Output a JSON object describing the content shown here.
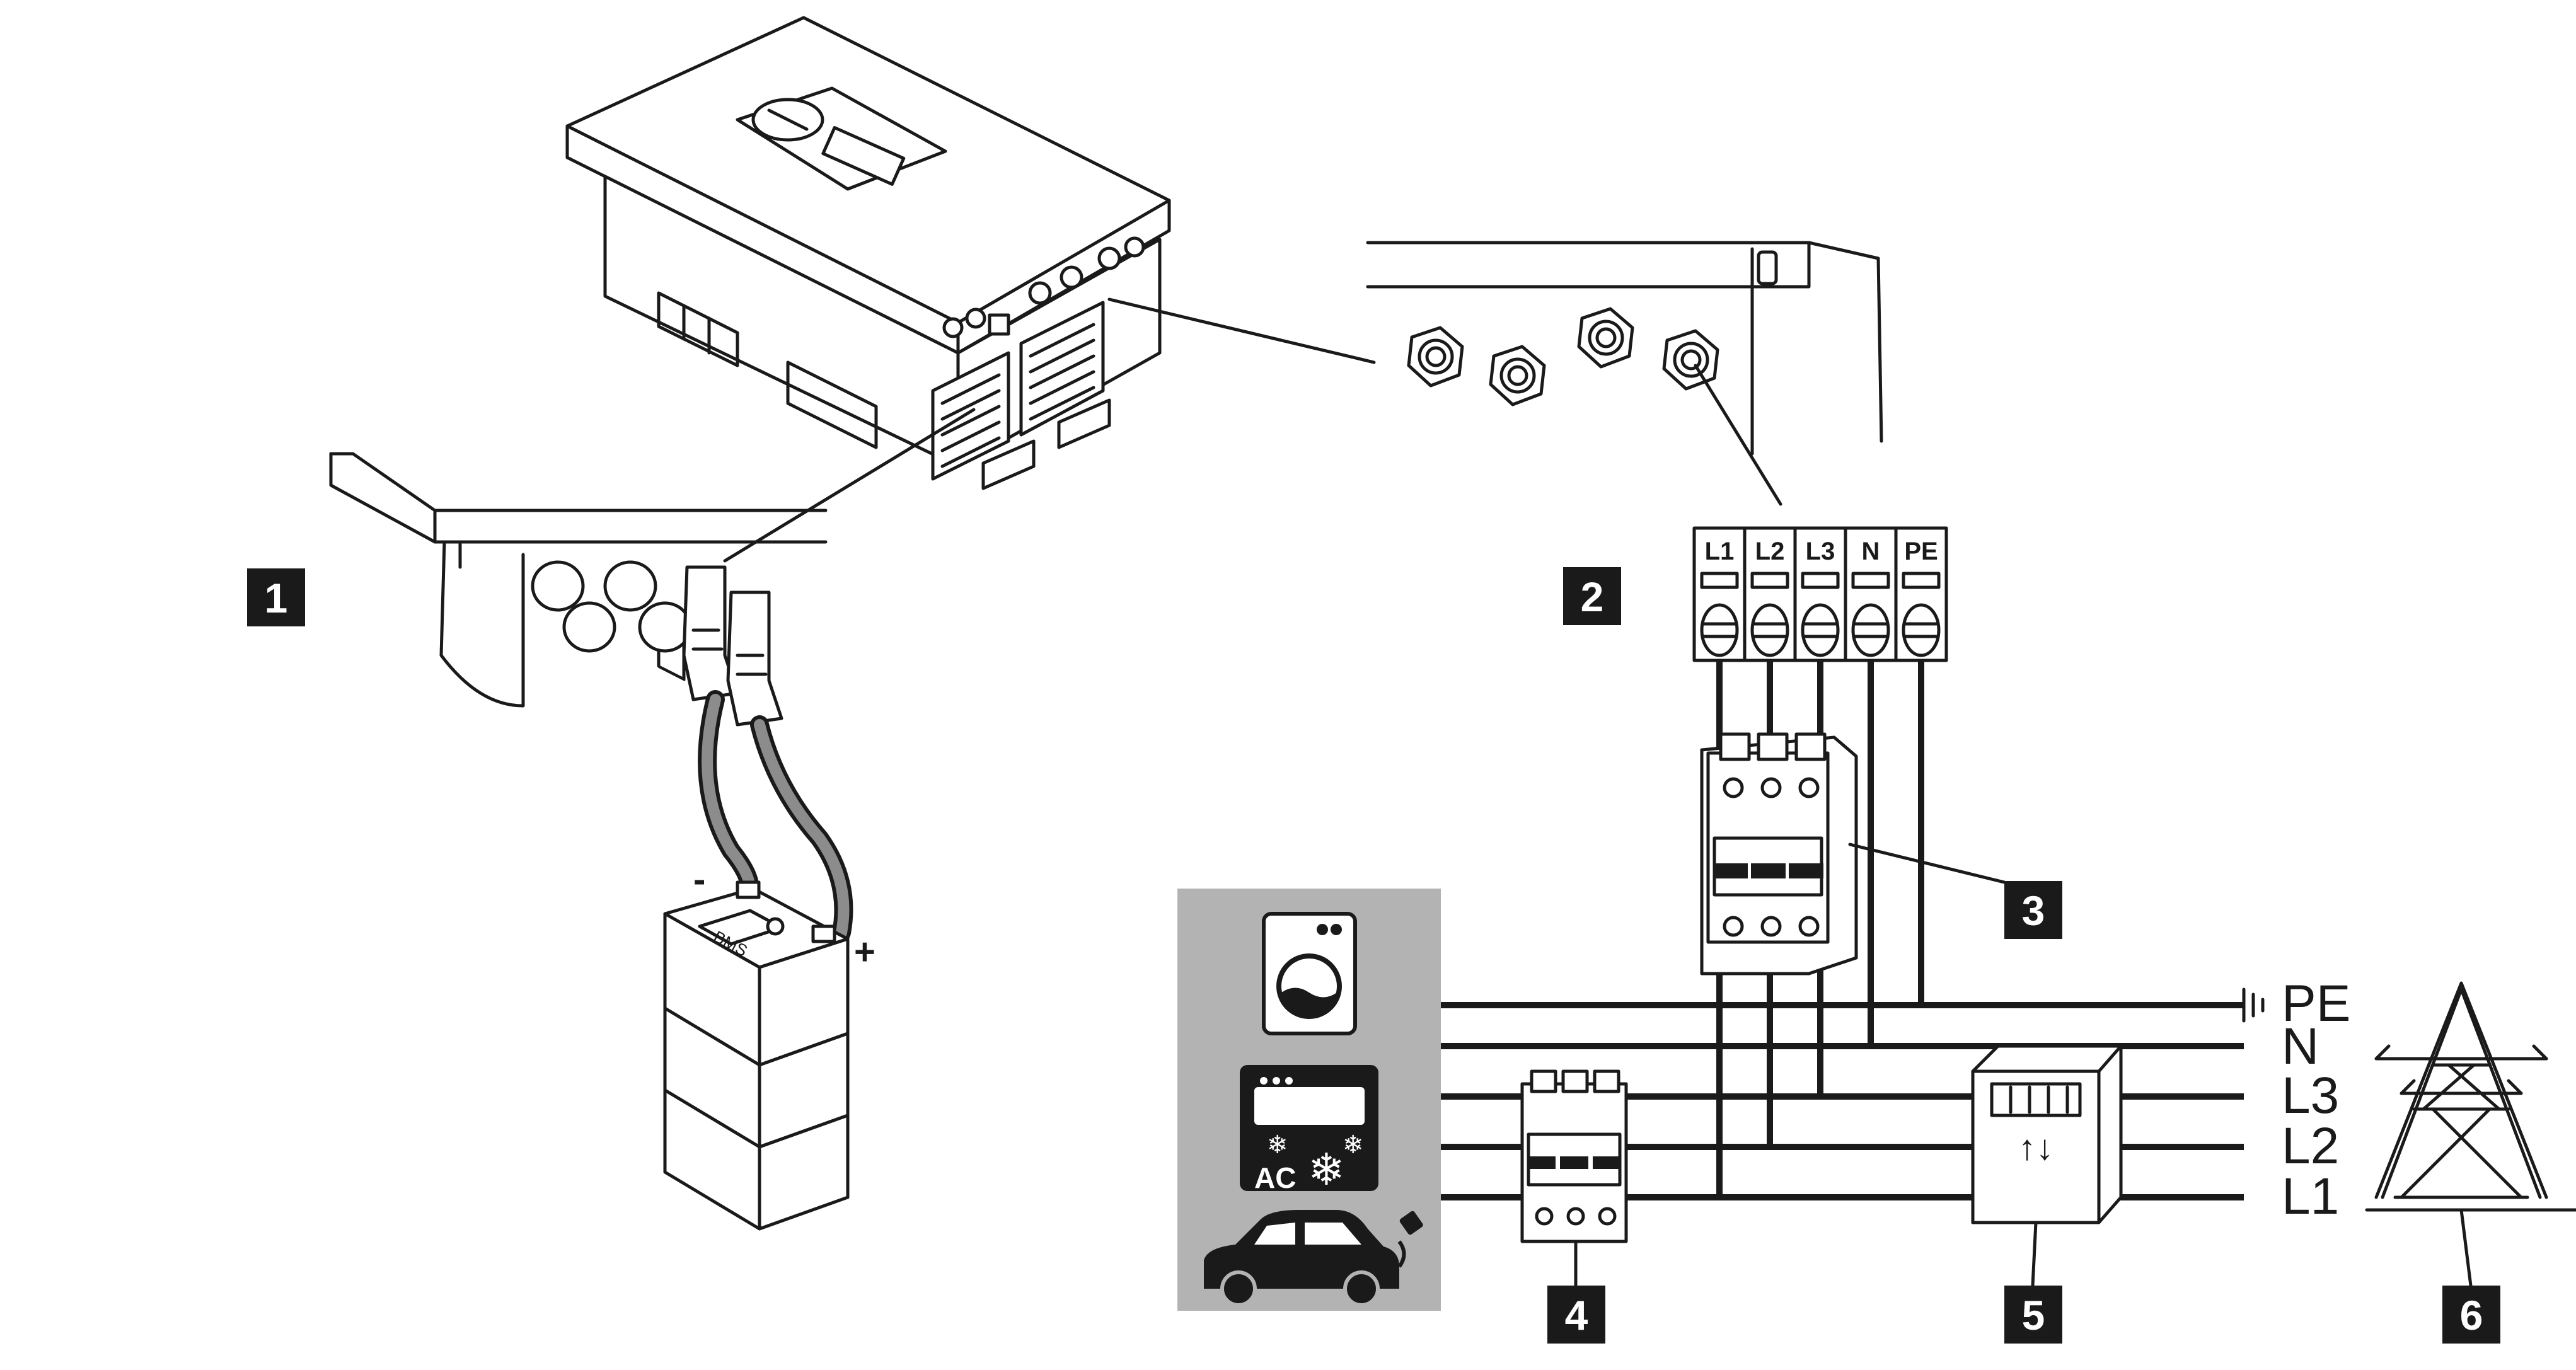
{
  "callouts": [
    {
      "id": "1",
      "label": "1"
    },
    {
      "id": "2",
      "label": "2"
    },
    {
      "id": "3",
      "label": "3"
    },
    {
      "id": "4",
      "label": "4"
    },
    {
      "id": "5",
      "label": "5"
    },
    {
      "id": "6",
      "label": "6"
    }
  ],
  "terminals": [
    "L1",
    "L2",
    "L3",
    "N",
    "PE"
  ],
  "bus_labels": [
    "PE",
    "N",
    "L3",
    "L2",
    "L1"
  ],
  "battery": {
    "minus": "-",
    "plus": "+",
    "bms_label": "BMS"
  },
  "ac_icon_label": "AC",
  "meter_symbol": "↑↓",
  "icons": [
    "inverter",
    "cable-gland",
    "battery",
    "circuit-breaker",
    "washing-machine-icon",
    "air-conditioner-icon",
    "electric-car-icon",
    "energy-meter",
    "power-pylon-icon",
    "ground-symbol"
  ]
}
